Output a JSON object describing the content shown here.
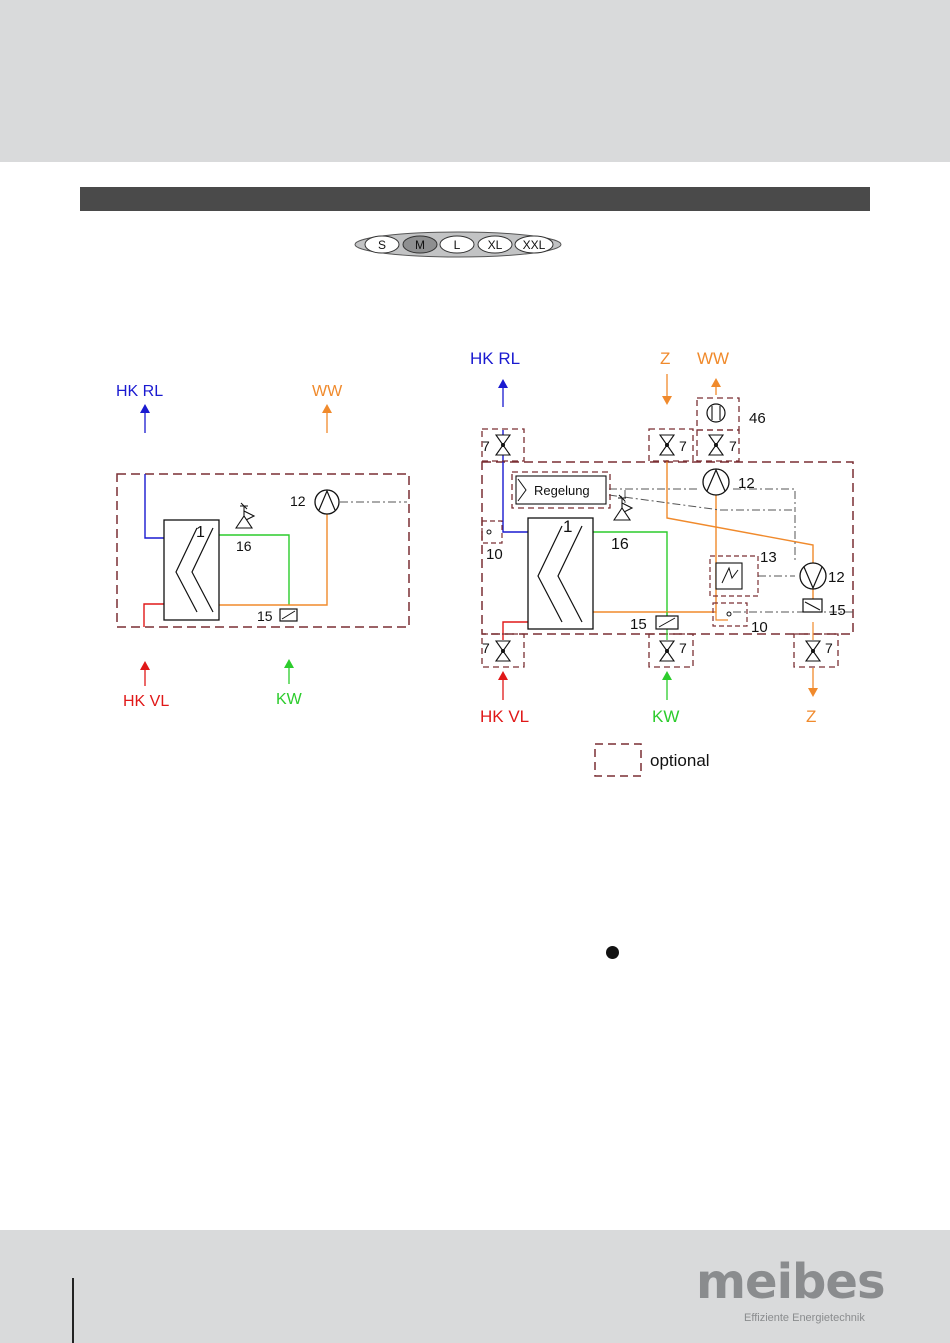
{
  "size_selector": {
    "options": [
      "S",
      "M",
      "L",
      "XL",
      "XXL"
    ],
    "selected": "M"
  },
  "left_diagram": {
    "top_labels": {
      "return": "HK RL",
      "hot_water": "WW"
    },
    "bottom_labels": {
      "supply": "HK VL",
      "cold_water": "KW"
    },
    "part_numbers": {
      "exchanger": "1",
      "pump": "12",
      "valve": "16",
      "sensor": "15"
    }
  },
  "right_diagram": {
    "top_labels": {
      "return": "HK RL",
      "circulation_in": "Z",
      "hot_water": "WW"
    },
    "bottom_labels": {
      "supply": "HK VL",
      "cold_water": "KW",
      "circulation_out": "Z"
    },
    "controller": "Regelung",
    "part_numbers": {
      "exchanger": "1",
      "pump_top": "12",
      "pump_right": "12",
      "valve": "16",
      "flow_meter": "46",
      "mixer": "13",
      "sensor_bottom": "15",
      "sensor_right": "15",
      "probe_left": "10",
      "probe_right": "10",
      "shutoff_rl": "7",
      "shutoff_z": "7",
      "shutoff_ww": "7",
      "shutoff_vl": "7",
      "shutoff_kw": "7",
      "shutoff_zout": "7"
    },
    "legend": {
      "label": "optional"
    }
  },
  "footer": {
    "logo_text": "meibes",
    "tagline": "Effiziente Energietechnik"
  },
  "colors": {
    "return_blue": "#1a1ad0",
    "hot_water_orange": "#f08a2c",
    "supply_red": "#e01818",
    "cold_water_green": "#2ccc2c",
    "optional_box": "#7a2f33",
    "band_gray": "#d9dadb",
    "title_bar": "#4a4a4a"
  }
}
